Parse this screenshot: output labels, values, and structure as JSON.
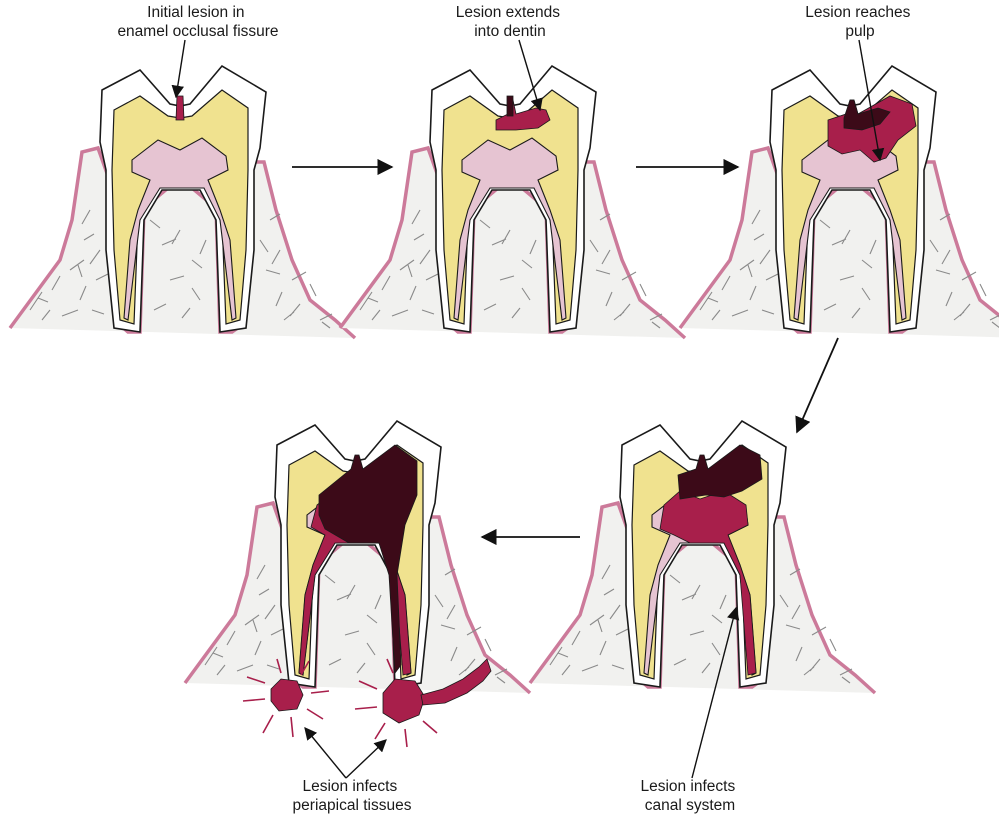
{
  "stages": [
    {
      "id": "stage1",
      "label_lines": [
        "Initial lesion in",
        "enamel occlusal fissure"
      ]
    },
    {
      "id": "stage2",
      "label_lines": [
        "Lesion extends",
        "into dentin"
      ]
    },
    {
      "id": "stage3",
      "label_lines": [
        "Lesion reaches",
        "pulp"
      ]
    },
    {
      "id": "stage4",
      "label_lines": [
        "Lesion infects",
        "canal system"
      ]
    },
    {
      "id": "stage5",
      "label_lines": [
        "Lesion infects",
        "periapical tissues"
      ]
    }
  ],
  "colors": {
    "enamel": "#ffffff",
    "dentin": "#f0e28f",
    "pulp": "#e6c4d2",
    "lesion": "#a81f4b",
    "lesion_dark": "#3c0a18",
    "bone_outline": "#cc7a9a"
  }
}
